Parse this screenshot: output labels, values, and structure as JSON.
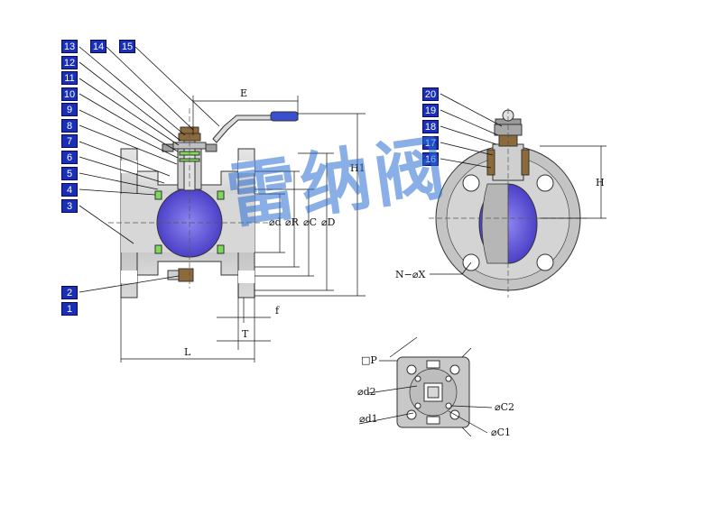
{
  "callouts_left": [
    "13",
    "12",
    "11",
    "10",
    "9",
    "8",
    "7",
    "6",
    "5",
    "4",
    "3",
    "2",
    "1"
  ],
  "callouts_top": [
    "14",
    "15"
  ],
  "callouts_right": [
    "20",
    "19",
    "18",
    "17",
    "16"
  ],
  "dims": {
    "E": "E",
    "H1": "H1",
    "d": "⌀d",
    "R": "⌀R",
    "C": "⌀C",
    "D": "⌀D",
    "f": "f",
    "T": "T",
    "L": "L",
    "H": "H",
    "NX": "N−⌀X",
    "P": "□P",
    "d2": "⌀d2",
    "d1": "⌀d1",
    "C2": "⌀C2",
    "C1": "⌀C1"
  },
  "watermark": "雷纳阀",
  "colors": {
    "callout_bg": "#1a2fb8",
    "bore": "#5a4fd0",
    "seat": "#7ed957",
    "body": "#c8c8c8",
    "watermark": "#286ed2"
  }
}
